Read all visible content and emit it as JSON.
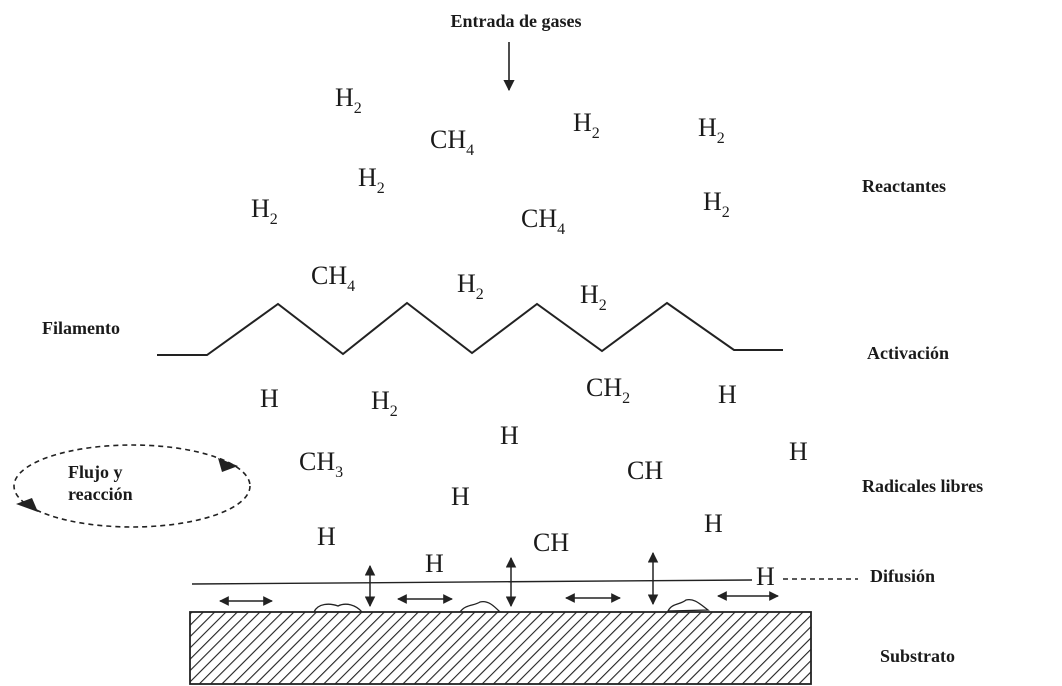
{
  "labels": {
    "gas_inlet": "Entrada de gases",
    "filament": "Filamento",
    "flow_reaction_line1": "Flujo y",
    "flow_reaction_line2": "reacción",
    "reactants": "Reactantes",
    "activation": "Activación",
    "free_radicals": "Radicales libres",
    "diffusion": "Difusión",
    "substrate": "Substrato"
  },
  "reactant_species": [
    {
      "base": "H",
      "sub": "2"
    },
    {
      "base": "CH",
      "sub": "4"
    },
    {
      "base": "H",
      "sub": "2"
    },
    {
      "base": "H",
      "sub": "2"
    },
    {
      "base": "H",
      "sub": "2"
    },
    {
      "base": "H",
      "sub": "2"
    },
    {
      "base": "CH",
      "sub": "4"
    },
    {
      "base": "H",
      "sub": "2"
    },
    {
      "base": "CH",
      "sub": "4"
    },
    {
      "base": "H",
      "sub": "2"
    },
    {
      "base": "H",
      "sub": "2"
    }
  ],
  "radical_species": [
    {
      "base": "H",
      "sub": ""
    },
    {
      "base": "H",
      "sub": "2"
    },
    {
      "base": "CH",
      "sub": "2"
    },
    {
      "base": "H",
      "sub": ""
    },
    {
      "base": "H",
      "sub": ""
    },
    {
      "base": "H",
      "sub": ""
    },
    {
      "base": "CH",
      "sub": "3"
    },
    {
      "base": "CH",
      "sub": ""
    },
    {
      "base": "H",
      "sub": ""
    },
    {
      "base": "H",
      "sub": ""
    },
    {
      "base": "H",
      "sub": ""
    },
    {
      "base": "CH",
      "sub": ""
    },
    {
      "base": "H",
      "sub": ""
    },
    {
      "base": "H",
      "sub": ""
    }
  ]
}
